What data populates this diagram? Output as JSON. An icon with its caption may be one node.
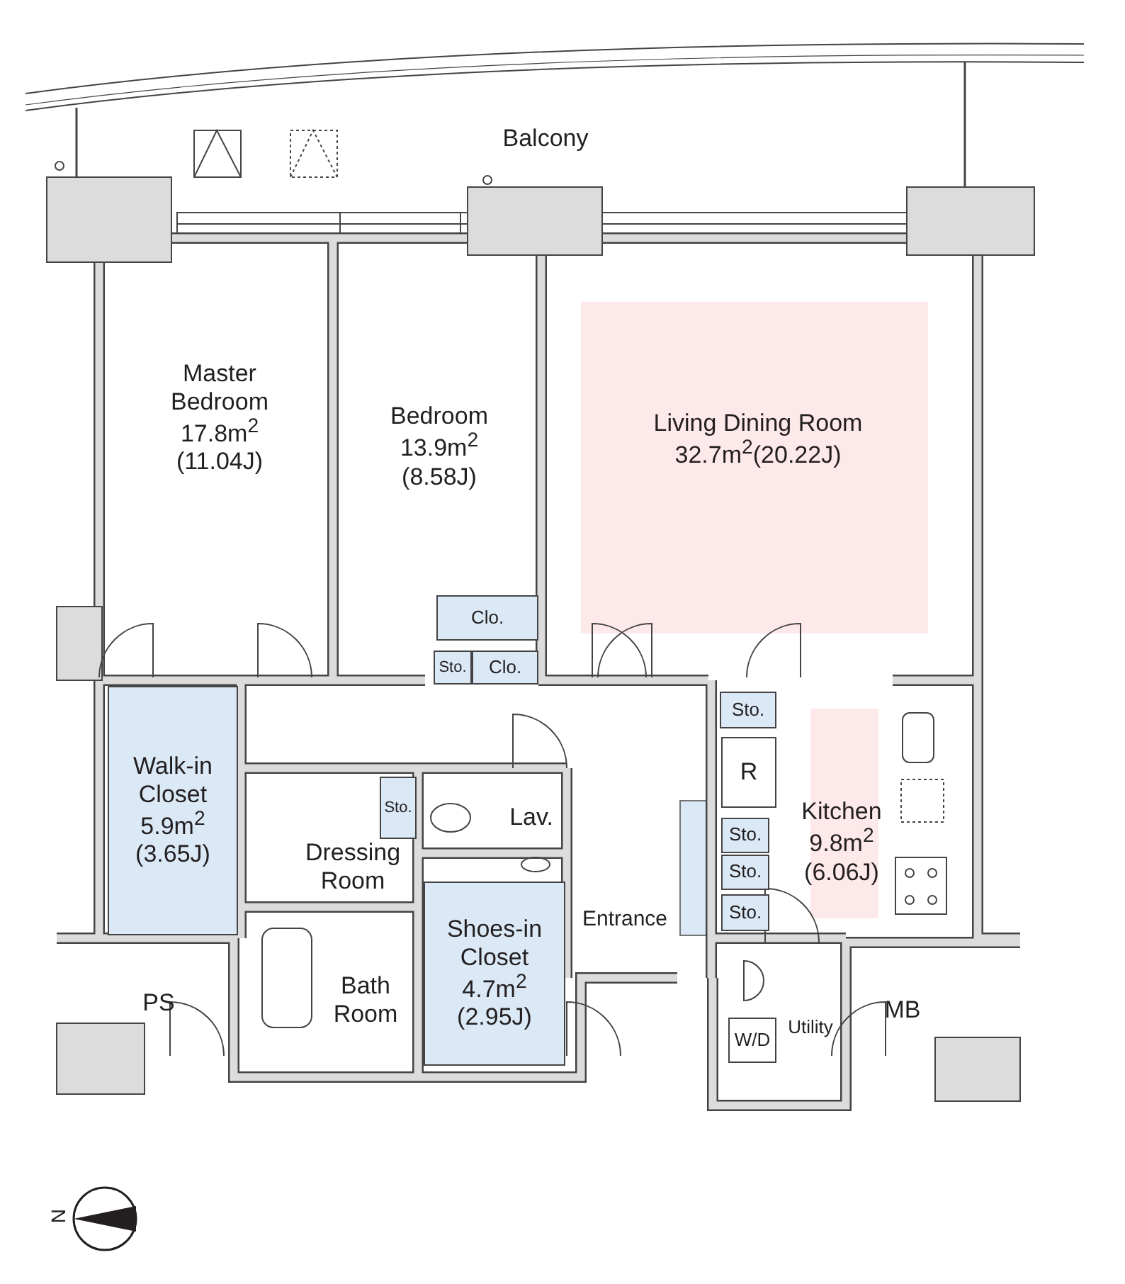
{
  "diagram": {
    "nodes": [
      {
        "text": [
          "Balcony"
        ]
      },
      {
        "text": [
          "Master Bedroom",
          "17.8m$^{2}$",
          "(11.04J)"
        ]
      },
      {
        "text": [
          "Bedroom",
          "13.9m$^{2}$",
          "(8.58J)"
        ]
      },
      {
        "text": [
          "Living Dining Room",
          "32.7m$^{2}$(20.22J)"
        ]
      },
      {
        "text": [
          "Clo."
        ]
      },
      {
        "text": [
          "Sto."
        ]
      },
      {
        "text": [
          "Clo."
        ]
      },
      {
        "text": [
          "Walk-in Closet",
          "5.9m$^{2}$",
          "(3.65J)"
        ]
      },
      {
        "text": [
          "Sto."
        ]
      },
      {
        "text": [
          "Lav."
        ]
      },
      {
        "text": [
          "Dressing Room"
        ]
      },
      {
        "text": [
          "Sto."
        ]
      },
      {
        "text": [
          "R"
        ]
      },
      {
        "text": [
          "Kitchen",
          "9.8m$^{2}$",
          "(6.06J)"
        ]
      },
      {
        "text": [
          "Sto."
        ]
      },
      {
        "text": [
          "Sto."
        ]
      },
      {
        "text": [
          "Sto."
        ]
      },
      {
        "text": [
          "Entrance"
        ]
      },
      {
        "text": [
          "Shoes-in Closet",
          "4.7m$^{2}$",
          "(2.95J)"
        ]
      },
      {
        "text": [
          "PS"
        ]
      },
      {
        "text": [
          "Bath Room"
        ]
      },
      {
        "text": [
          "W/D"
        ]
      },
      {
        "text": [
          "Utility"
        ]
      },
      {
        "text": [
          "MB"
        ]
      }
    ],
    "labels": [
      "N"
    ]
  }
}
